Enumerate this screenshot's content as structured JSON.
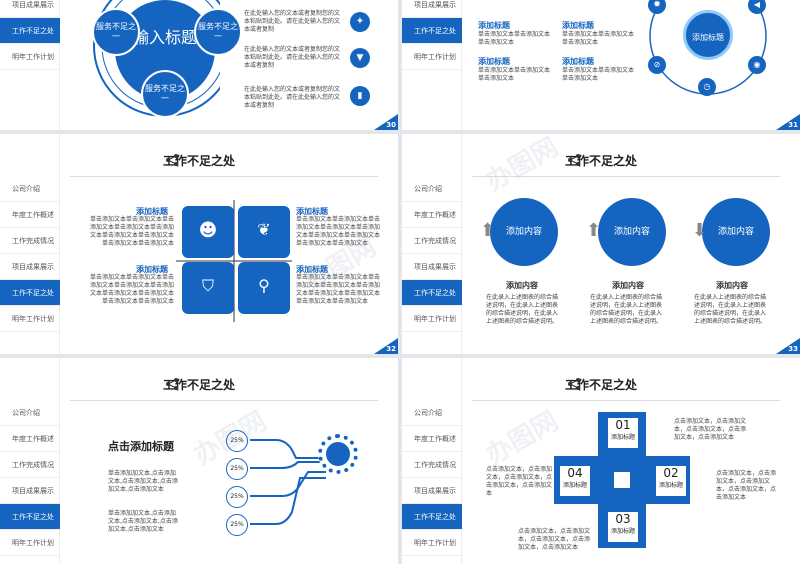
{
  "sidebar": {
    "items": [
      "公司介绍",
      "年度工作概述",
      "工作完成情况",
      "项目成果展示",
      "工作不足之处",
      "明年工作计划"
    ]
  },
  "title": "工作不足之处",
  "watermark": "办图网",
  "s1": {
    "center": "输入标题",
    "node_tl": "服务不足之一",
    "node_tr": "服务不足之一",
    "node_b": "服务不足之一",
    "texts": [
      "在此处输入您的文本或者复制您的文本粘贴到此处。请在此处输入您的文本或者复制",
      "在此处输入您的文本或者复制您的文本粘贴到此处。请在此处输入您的文本或者复制",
      "在此处输入您的文本或者复制您的文本粘贴到此处。请在此处输入您的文本或者复制"
    ],
    "page": "30"
  },
  "s2": {
    "center": "添加标题",
    "cards": [
      {
        "title": "添加标题",
        "text": "单击添加文本单击添加文本单击添加文本"
      },
      {
        "title": "添加标题",
        "text": "单击添加文本单击添加文本单击添加文本"
      },
      {
        "title": "添加标题",
        "text": "单击添加文本单击添加文本单击添加文本"
      },
      {
        "title": "添加标题",
        "text": "单击添加文本单击添加文本单击添加文本"
      }
    ],
    "page": "31"
  },
  "s3": {
    "labels": [
      "添加标题",
      "添加标题",
      "添加标题",
      "添加标题"
    ],
    "text": "单击添加文本单击添加文本单击添加文本单击添加文本单击添加文本单击添加文本单击添加文本单击添加文本单击添加文本",
    "page": "32"
  },
  "s4": {
    "circles": [
      "添加内容",
      "添加内容",
      "添加内容"
    ],
    "heads": [
      "添加内容",
      "添加内容",
      "添加内容"
    ],
    "text": "在此录入上述图表的综合描述说明，在此录入上述图表的综合描述说明，在此录入上述图表的综合描述说明。",
    "page": "33"
  },
  "s5": {
    "heading": "点击添加标题",
    "percents": [
      "25%",
      "25%",
      "25%",
      "25%"
    ],
    "text": "单击添加加文本,点击添加文本,点击添加文本,点击添加文本,点击添加文本"
  },
  "s6": {
    "nums": [
      "01",
      "02",
      "03",
      "04"
    ],
    "label": "添加标题",
    "text": "点击添加文本，点击添加文本，点击添加文本，点击添加文本，点击添加文本"
  }
}
